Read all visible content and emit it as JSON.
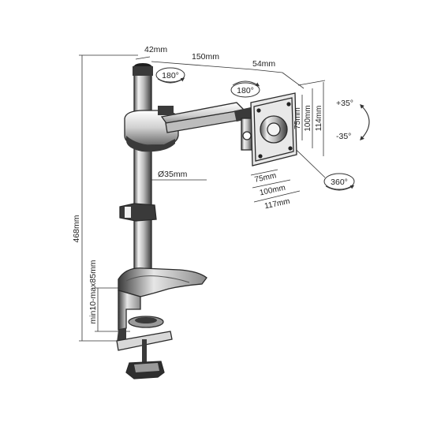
{
  "dimensions": {
    "pole_width": "42mm",
    "arm_length": "150mm",
    "arm_offset": "54mm",
    "pole_diameter": "Ø35mm",
    "total_height": "468mm",
    "clamp_range": "min10-max85mm",
    "vesa_inner_w": "75mm",
    "vesa_mid_w": "100mm",
    "vesa_outer_w": "117mm",
    "vesa_inner_h": "75mm",
    "vesa_mid_h": "100mm",
    "vesa_outer_h": "114mm"
  },
  "rotations": {
    "pole_swivel": "180°",
    "arm_swivel": "180°",
    "plate_rotation": "360°",
    "tilt_up": "+35°",
    "tilt_down": "-35°"
  },
  "colors": {
    "line": "#2a2a2a",
    "metal_dark": "#3a3a3a",
    "metal_light": "#dcdcdc"
  }
}
